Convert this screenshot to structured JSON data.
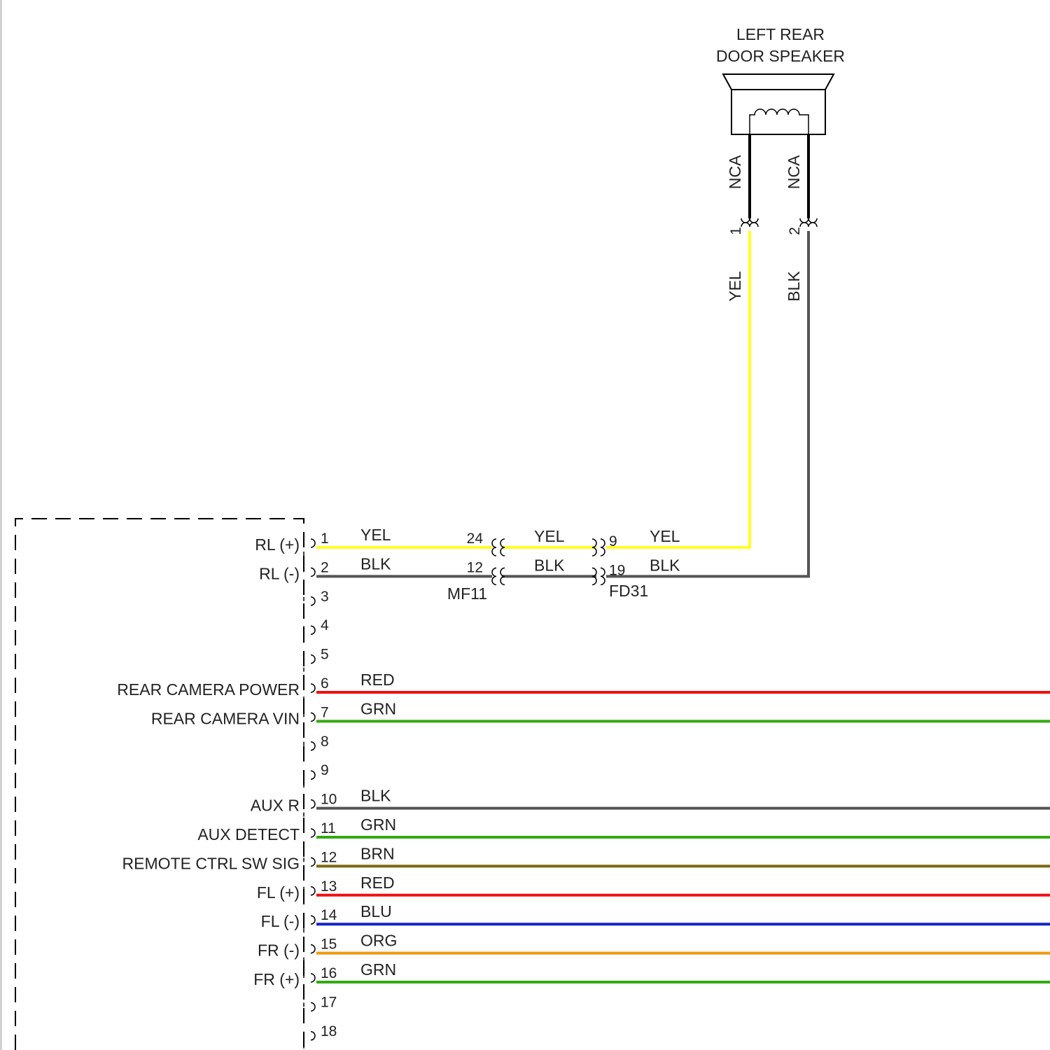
{
  "colors": {
    "YEL": "#ffff22",
    "BLK": "#555555",
    "RED": "#ee1111",
    "GRN": "#33aa11",
    "BRN": "#7a6a11",
    "BLU": "#1122cc",
    "ORG": "#ee9911",
    "black": "#000000"
  },
  "speaker": {
    "title_line1": "LEFT REAR",
    "title_line2": "DOOR SPEAKER",
    "wire_left_label": "NCA",
    "wire_right_label": "NCA",
    "pin_left": "1",
    "pin_right": "2",
    "color_left": "YEL",
    "color_right": "BLK"
  },
  "connectors": {
    "mf11": "MF11",
    "fd31": "FD31"
  },
  "rear_left_run": [
    {
      "radio_pin": "1",
      "color": "YEL",
      "mf11_pin": "24",
      "mid_color": "YEL",
      "fd31_pin": "9",
      "out_color": "YEL"
    },
    {
      "radio_pin": "2",
      "color": "BLK",
      "mf11_pin": "12",
      "mid_color": "BLK",
      "fd31_pin": "19",
      "out_color": "BLK"
    }
  ],
  "radio_pins": [
    {
      "pin": "1",
      "function": "RL (+)",
      "color": "YEL"
    },
    {
      "pin": "2",
      "function": "RL (-)",
      "color": "BLK"
    },
    {
      "pin": "3",
      "function": "",
      "color": ""
    },
    {
      "pin": "4",
      "function": "",
      "color": ""
    },
    {
      "pin": "5",
      "function": "",
      "color": ""
    },
    {
      "pin": "6",
      "function": "REAR CAMERA POWER",
      "color": "RED"
    },
    {
      "pin": "7",
      "function": "REAR CAMERA VIN",
      "color": "GRN"
    },
    {
      "pin": "8",
      "function": "",
      "color": ""
    },
    {
      "pin": "9",
      "function": "",
      "color": ""
    },
    {
      "pin": "10",
      "function": "AUX R",
      "color": "BLK"
    },
    {
      "pin": "11",
      "function": "AUX DETECT",
      "color": "GRN"
    },
    {
      "pin": "12",
      "function": "REMOTE CTRL SW SIG",
      "color": "BRN"
    },
    {
      "pin": "13",
      "function": "FL (+)",
      "color": "RED"
    },
    {
      "pin": "14",
      "function": "FL (-)",
      "color": "BLU"
    },
    {
      "pin": "15",
      "function": "FR (-)",
      "color": "ORG"
    },
    {
      "pin": "16",
      "function": "FR (+)",
      "color": "GRN"
    },
    {
      "pin": "17",
      "function": "",
      "color": ""
    },
    {
      "pin": "18",
      "function": "",
      "color": ""
    }
  ]
}
